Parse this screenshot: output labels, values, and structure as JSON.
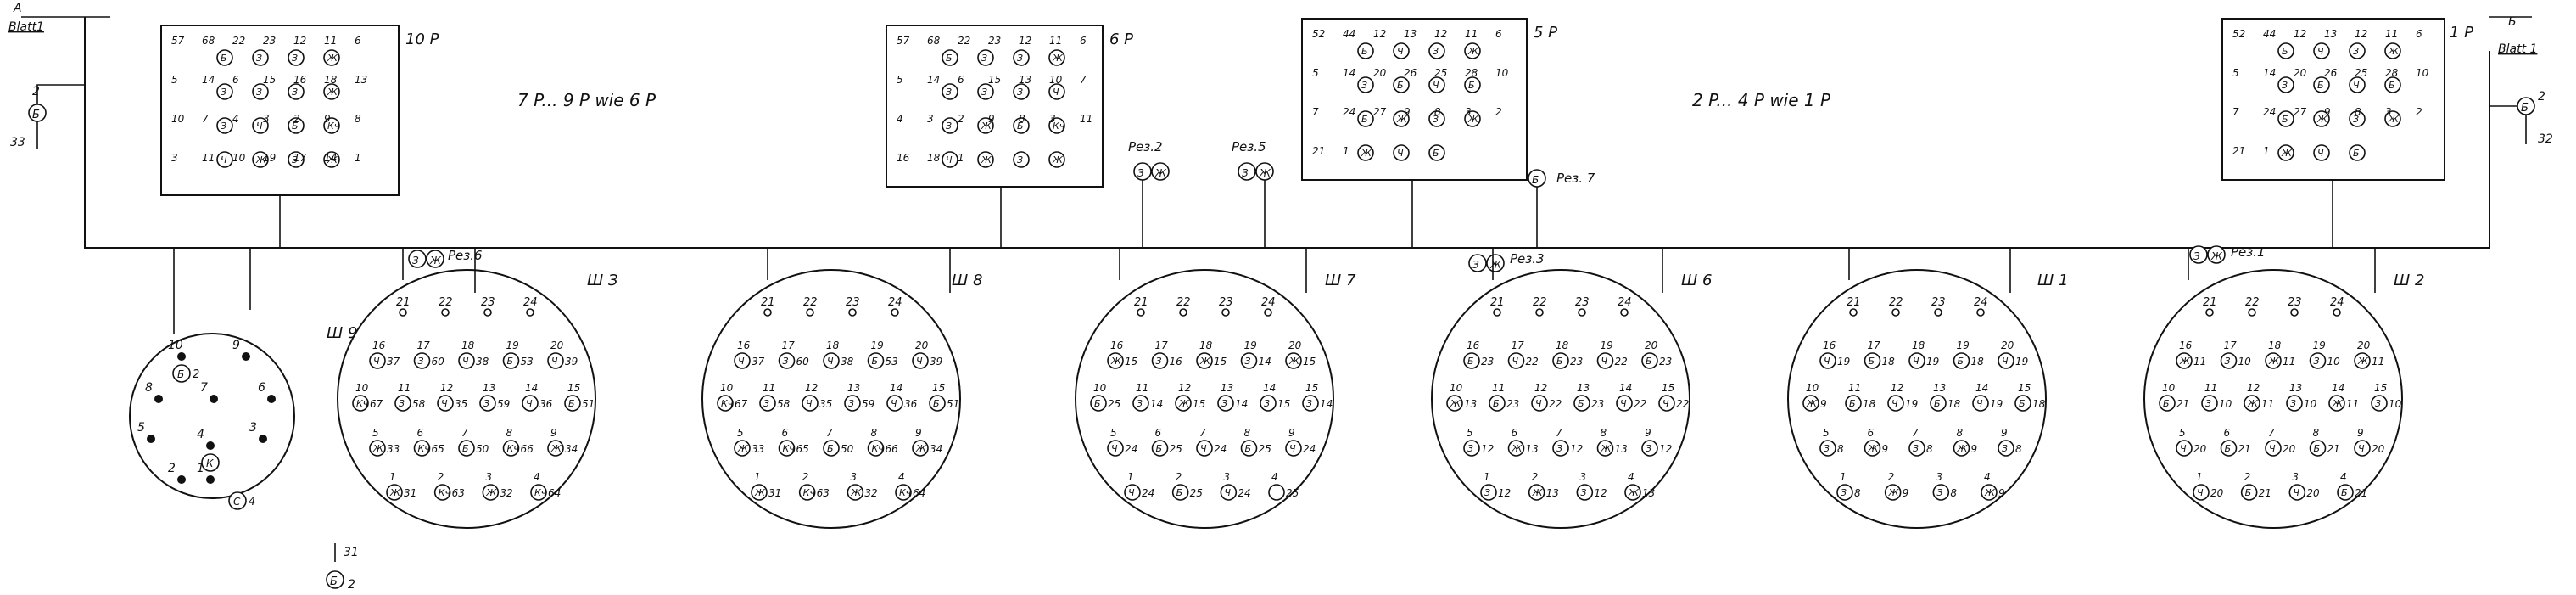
{
  "sheet_refs": {
    "left": {
      "top": "A",
      "bottom": "Blatt1",
      "pin_top": "2",
      "pin_code": "Б",
      "pin_num": "33"
    },
    "right": {
      "top": "Б",
      "bottom": "Blatt 1",
      "pin_code": "Б",
      "pin_top": "2",
      "pin_num": "32"
    }
  },
  "bottom_ref": {
    "pin": "31",
    "code": "Б",
    "n": "2"
  },
  "notes": [
    "7 P... 9 P wie 6 P",
    "2 P... 4 P wie 1 P"
  ],
  "reserves": [
    "Рез.2",
    "Рез.5",
    "Рез. 7",
    "Рез.6",
    "Рез.3",
    "Рез.1"
  ],
  "reserve_codes": [
    "З",
    "Ж",
    "Б"
  ],
  "panels": [
    {
      "label": "10 P",
      "pins": [
        "57",
        "68",
        "22",
        "23",
        "12",
        "11",
        "6",
        "5",
        "14",
        "6",
        "15",
        "16",
        "18",
        "13",
        "10",
        "7",
        "4",
        "3",
        "2",
        "9",
        "8",
        "3",
        "11",
        "10",
        "19",
        "17",
        "14",
        "1"
      ],
      "codes": [
        "Б",
        "З",
        "З",
        "Ж",
        "З",
        "З",
        "З",
        "Ж",
        "З",
        "Ч",
        "Б",
        "Кч",
        "Ч",
        "Ж",
        "З",
        "Ж"
      ]
    },
    {
      "label": "6 P",
      "pins": [
        "57",
        "68",
        "22",
        "23",
        "12",
        "11",
        "6",
        "5",
        "14",
        "6",
        "15",
        "13",
        "10",
        "7",
        "4",
        "3",
        "2",
        "9",
        "8",
        "3",
        "11",
        "16",
        "18",
        "1"
      ],
      "codes": [
        "Б",
        "З",
        "З",
        "Ж",
        "З",
        "З",
        "З",
        "Ч",
        "З",
        "Ж",
        "Б",
        "Кч",
        "Ч",
        "Ж",
        "З",
        "Ж"
      ]
    },
    {
      "label": "5 P",
      "pins": [
        "52",
        "44",
        "12",
        "13",
        "12",
        "11",
        "6",
        "5",
        "14",
        "20",
        "26",
        "25",
        "28",
        "10",
        "7",
        "24",
        "27",
        "9",
        "8",
        "3",
        "2",
        "21",
        "1"
      ],
      "codes": [
        "Б",
        "Ч",
        "З",
        "Ж",
        "З",
        "Б",
        "Ч",
        "Б",
        "Б",
        "Ж",
        "З",
        "Ж",
        "Ж",
        "Ч",
        "Б"
      ]
    },
    {
      "label": "1 P",
      "pins": [
        "52",
        "44",
        "12",
        "13",
        "12",
        "11",
        "6",
        "5",
        "14",
        "20",
        "26",
        "25",
        "28",
        "10",
        "7",
        "24",
        "27",
        "9",
        "8",
        "3",
        "2",
        "21",
        "1"
      ],
      "codes": [
        "Б",
        "Ч",
        "З",
        "Ж",
        "З",
        "Б",
        "Ч",
        "Б",
        "Б",
        "Ж",
        "З",
        "Ж",
        "Ж",
        "Ч",
        "Б"
      ]
    }
  ],
  "connectors": [
    {
      "label": "Ш 9",
      "pins": [
        "10",
        "9",
        "8",
        "7",
        "6",
        "5",
        "4",
        "3",
        "2",
        "1",
        "2",
        "1",
        "4"
      ],
      "codes": [
        "Б",
        "К",
        "С"
      ]
    },
    {
      "label": "Ш З",
      "top": [
        "21",
        "22",
        "23",
        "24"
      ],
      "rows": [
        [
          [
            "16",
            "Ч",
            "37"
          ],
          [
            "17",
            "З",
            "60"
          ],
          [
            "18",
            "Ч",
            "38"
          ],
          [
            "19",
            "Б",
            "53"
          ],
          [
            "20",
            "Ч",
            "39"
          ]
        ],
        [
          [
            "10",
            "Кч",
            "67"
          ],
          [
            "11",
            "З",
            "58"
          ],
          [
            "12",
            "Ч",
            "35"
          ],
          [
            "13",
            "З",
            "59"
          ],
          [
            "14",
            "Ч",
            "36"
          ],
          [
            "15",
            "Б",
            "51"
          ]
        ],
        [
          [
            "5",
            "Ж",
            "33"
          ],
          [
            "6",
            "Кч",
            "65"
          ],
          [
            "7",
            "Б",
            "50"
          ],
          [
            "8",
            "Кч",
            "66"
          ],
          [
            "9",
            "Ж",
            "34"
          ]
        ],
        [
          [
            "1",
            "Ж",
            "31"
          ],
          [
            "2",
            "Кч",
            "63"
          ],
          [
            "3",
            "Ж",
            "32"
          ],
          [
            "4",
            "Кч",
            "64"
          ]
        ]
      ]
    },
    {
      "label": "Ш 8",
      "top": [
        "21",
        "22",
        "23",
        "24"
      ],
      "rows": [
        [
          [
            "16",
            "Ч",
            "37"
          ],
          [
            "17",
            "З",
            "60"
          ],
          [
            "18",
            "Ч",
            "38"
          ],
          [
            "19",
            "Б",
            "53"
          ],
          [
            "20",
            "Ч",
            "39"
          ]
        ],
        [
          [
            "10",
            "Кч",
            "67"
          ],
          [
            "11",
            "З",
            "58"
          ],
          [
            "12",
            "Ч",
            "35"
          ],
          [
            "13",
            "З",
            "59"
          ],
          [
            "14",
            "Ч",
            "36"
          ],
          [
            "15",
            "Б",
            "51"
          ]
        ],
        [
          [
            "5",
            "Ж",
            "33"
          ],
          [
            "6",
            "Кч",
            "65"
          ],
          [
            "7",
            "Б",
            "50"
          ],
          [
            "8",
            "Кч",
            "66"
          ],
          [
            "9",
            "Ж",
            "34"
          ]
        ],
        [
          [
            "1",
            "Ж",
            "31"
          ],
          [
            "2",
            "Кч",
            "63"
          ],
          [
            "3",
            "Ж",
            "32"
          ],
          [
            "4",
            "Кч",
            "64"
          ]
        ]
      ]
    },
    {
      "label": "Ш 7",
      "top": [
        "21",
        "22",
        "23",
        "24"
      ],
      "rows": [
        [
          [
            "16",
            "Ж",
            "15"
          ],
          [
            "17",
            "З",
            "16"
          ],
          [
            "18",
            "Ж",
            "15"
          ],
          [
            "19",
            "З",
            "14"
          ],
          [
            "20",
            "Ж",
            "15"
          ]
        ],
        [
          [
            "10",
            "Б",
            "25"
          ],
          [
            "11",
            "З",
            "14"
          ],
          [
            "12",
            "Ж",
            "15"
          ],
          [
            "13",
            "З",
            "14"
          ],
          [
            "14",
            "З",
            "15"
          ],
          [
            "15",
            "З",
            "14"
          ]
        ],
        [
          [
            "5",
            "Ч",
            "24"
          ],
          [
            "6",
            "Б",
            "25"
          ],
          [
            "7",
            "Ч",
            "24"
          ],
          [
            "8",
            "Б",
            "25"
          ],
          [
            "9",
            "Ч",
            "24"
          ]
        ],
        [
          [
            "1",
            "Ч",
            "24"
          ],
          [
            "2",
            "Б",
            "25"
          ],
          [
            "3",
            "Ч",
            "24"
          ],
          [
            "4",
            "",
            "25"
          ]
        ]
      ]
    },
    {
      "label": "Ш 6",
      "top": [
        "21",
        "22",
        "23",
        "24"
      ],
      "rows": [
        [
          [
            "16",
            "Б",
            "23"
          ],
          [
            "17",
            "Ч",
            "22"
          ],
          [
            "18",
            "Б",
            "23"
          ],
          [
            "19",
            "Ч",
            "22"
          ],
          [
            "20",
            "Б",
            "23"
          ]
        ],
        [
          [
            "10",
            "Ж",
            "13"
          ],
          [
            "11",
            "Б",
            "23"
          ],
          [
            "12",
            "Ч",
            "22"
          ],
          [
            "13",
            "Б",
            "23"
          ],
          [
            "14",
            "Ч",
            "22"
          ],
          [
            "15",
            "Ч",
            "22"
          ]
        ],
        [
          [
            "5",
            "З",
            "12"
          ],
          [
            "6",
            "Ж",
            "13"
          ],
          [
            "7",
            "З",
            "12"
          ],
          [
            "8",
            "Ж",
            "13"
          ],
          [
            "9",
            "З",
            "12"
          ]
        ],
        [
          [
            "1",
            "З",
            "12"
          ],
          [
            "2",
            "Ж",
            "13"
          ],
          [
            "3",
            "З",
            "12"
          ],
          [
            "4",
            "Ж",
            "13"
          ]
        ]
      ]
    },
    {
      "label": "Ш 1",
      "top": [
        "21",
        "22",
        "23",
        "24"
      ],
      "rows": [
        [
          [
            "16",
            "Ч",
            "19"
          ],
          [
            "17",
            "Б",
            "18"
          ],
          [
            "18",
            "Ч",
            "19"
          ],
          [
            "19",
            "Б",
            "18"
          ],
          [
            "20",
            "Ч",
            "19"
          ]
        ],
        [
          [
            "10",
            "Ж",
            "9"
          ],
          [
            "11",
            "Б",
            "18"
          ],
          [
            "12",
            "Ч",
            "19"
          ],
          [
            "13",
            "Б",
            "18"
          ],
          [
            "14",
            "Ч",
            "19"
          ],
          [
            "15",
            "Б",
            "18"
          ]
        ],
        [
          [
            "5",
            "З",
            "8"
          ],
          [
            "6",
            "Ж",
            "9"
          ],
          [
            "7",
            "З",
            "8"
          ],
          [
            "8",
            "Ж",
            "9"
          ],
          [
            "9",
            "З",
            "8"
          ]
        ],
        [
          [
            "1",
            "З",
            "8"
          ],
          [
            "2",
            "Ж",
            "9"
          ],
          [
            "3",
            "З",
            "8"
          ],
          [
            "4",
            "Ж",
            "9"
          ]
        ]
      ]
    },
    {
      "label": "Ш 2",
      "top": [
        "21",
        "22",
        "23",
        "24"
      ],
      "rows": [
        [
          [
            "16",
            "Ж",
            "11"
          ],
          [
            "17",
            "З",
            "10"
          ],
          [
            "18",
            "Ж",
            "11"
          ],
          [
            "19",
            "З",
            "10"
          ],
          [
            "20",
            "Ж",
            "11"
          ]
        ],
        [
          [
            "10",
            "Б",
            "21"
          ],
          [
            "11",
            "З",
            "10"
          ],
          [
            "12",
            "Ж",
            "11"
          ],
          [
            "13",
            "З",
            "10"
          ],
          [
            "14",
            "Ж",
            "11"
          ],
          [
            "15",
            "З",
            "10"
          ]
        ],
        [
          [
            "5",
            "Ч",
            "20"
          ],
          [
            "6",
            "Б",
            "21"
          ],
          [
            "7",
            "Ч",
            "20"
          ],
          [
            "8",
            "Б",
            "21"
          ],
          [
            "9",
            "Ч",
            "20"
          ]
        ],
        [
          [
            "1",
            "Ч",
            "20"
          ],
          [
            "2",
            "Б",
            "21"
          ],
          [
            "3",
            "Ч",
            "20"
          ],
          [
            "4",
            "Б",
            "21"
          ]
        ]
      ]
    }
  ]
}
